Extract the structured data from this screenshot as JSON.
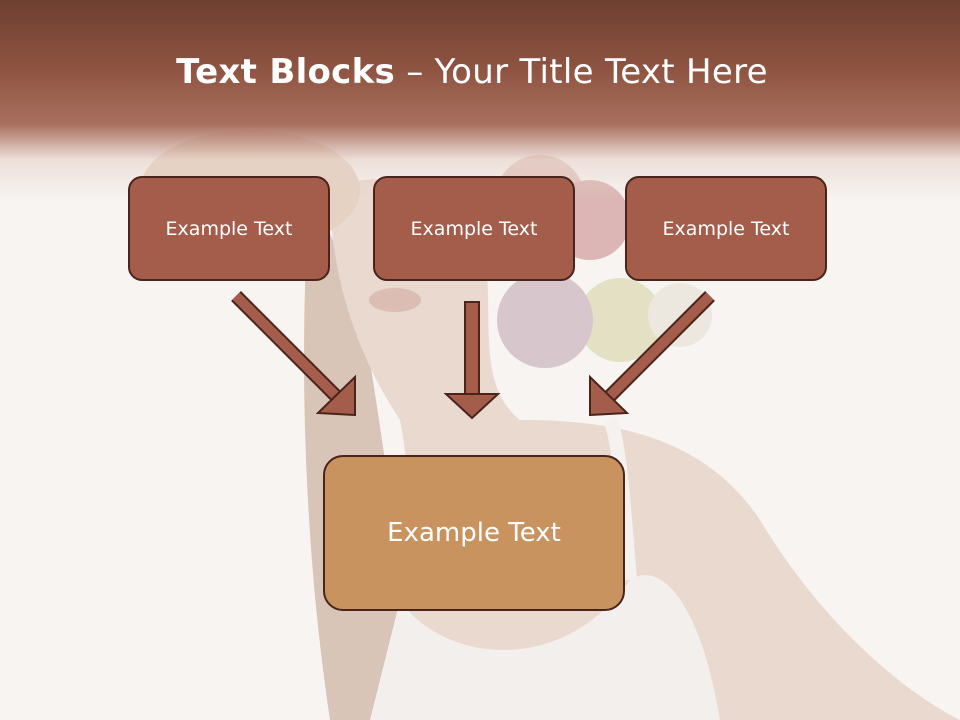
{
  "slide": {
    "title_bold": "Text Blocks",
    "title_dash": " – ",
    "title_rest": "Your Title Text Here",
    "boxes": [
      {
        "label": "Example Text"
      },
      {
        "label": "Example Text"
      },
      {
        "label": "Example Text"
      }
    ],
    "center_box": {
      "label": "Example Text"
    }
  },
  "colors": {
    "header": "#8f5442",
    "box_fill": "#a45d4b",
    "center_fill": "#c9935f",
    "arrow": "#a45d4b",
    "border": "#4a241a"
  }
}
